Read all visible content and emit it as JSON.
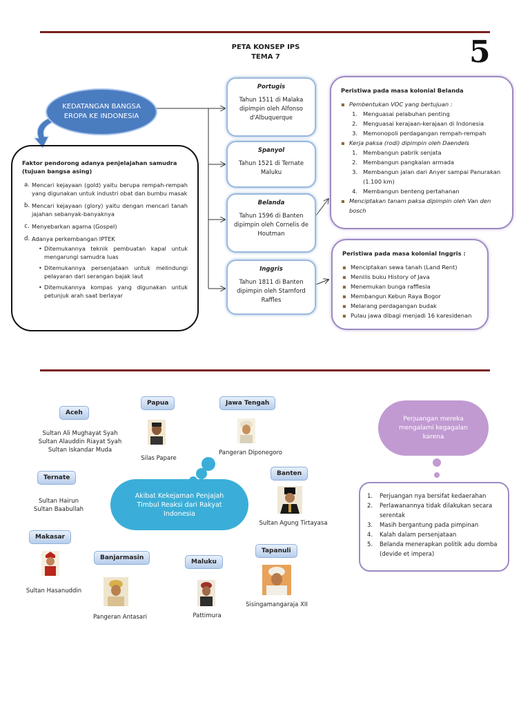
{
  "header": {
    "title_line1": "PETA KONSEP IPS",
    "title_line2": "TEMA 7",
    "page_number": "5"
  },
  "topic": "KEDATANGAN BANGSA EROPA KE INDONESIA",
  "factors": {
    "heading": "Faktor pendorong adanya penjelajahan samudra (tujuan bangsa asing)",
    "items": [
      {
        "label": "a.",
        "text": "Mencari kejayaan (gold) yaitu berupa rempah-rempah yang digunakan untuk industri obat dan bumbu masak"
      },
      {
        "label": "b.",
        "text": "Mencari kejayaan (glory) yaitu dengan mencari tanah jajahan sebanyak-banyaknya"
      },
      {
        "label": "c.",
        "text": "Menyebarkan agama (Gospel)"
      },
      {
        "label": "d.",
        "text": "Adanya perkembangan IPTEK"
      }
    ],
    "sub_items": [
      "Ditemukannya teknik pembuatan kapal untuk mengarungi samudra luas",
      "Ditemukannya persenjataan untuk melindungi pelayaran dari serangan bajak laut",
      "Ditemukannya kompas yang digunakan untuk petunjuk arah saat berlayar"
    ]
  },
  "nations": [
    {
      "name": "Portugis",
      "text": "Tahun 1511 di Malaka dipimpin oleh Alfonso d'Albuquerque"
    },
    {
      "name": "Spanyol",
      "text": "Tahun 1521 di Ternate Maluku"
    },
    {
      "name": "Belanda",
      "text": "Tahun 1596 di Banten dipimpin oleh Cornelis de Houtman"
    },
    {
      "name": "Inggris",
      "text": "Tahun 1811 di Banten dipimpin oleh Stamford Raffles"
    }
  ],
  "dutch": {
    "heading": "Peristiwa pada masa kolonial Belanda",
    "voc": "Pembentukan VOC yang bertujuan :",
    "voc_items": [
      "Menguasai pelabuhan penting",
      "Menguasai kerajaan-kerajaan di Indonesia",
      "Memonopoli perdagangan rempah-rempah"
    ],
    "rodi": "Kerja paksa (rodi) dipimpin oleh Daendels",
    "rodi_items": [
      "Membangun pabrik senjata",
      "Membangun pangkalan armada",
      "Membangun jalan dari Anyer sampai Panurakan (1.100 km)",
      "Membangun benteng pertahanan"
    ],
    "tanam_paksa": "Menciptakan tanam paksa dipimpin oleh Van den bosch"
  },
  "british": {
    "heading": "Peristiwa pada masa kolonial Inggris :",
    "items": [
      "Menciptakan sewa tanah (Land Rent)",
      "Menilis buku History of Java",
      "Menemukan bunga rafflesia",
      "Membangun Kebun Raya Bogor",
      "Melarang perdagangan budak",
      "Pulau jawa dibagi menjadi 16 karesidenan"
    ]
  },
  "resistance": {
    "center": "Akibat Kekejaman Penjajah Timbul Reaksi dari Rakyat Indonesia",
    "regions": {
      "aceh": {
        "name": "Aceh",
        "heroes": [
          "Sultan Ali Mughayat Syah",
          "Sultan Alauddin Riayat Syah",
          "Sultan Iskandar Muda"
        ]
      },
      "papua": {
        "name": "Papua",
        "hero": "Silas Papare"
      },
      "jawa_tengah": {
        "name": "Jawa Tengah",
        "hero": "Pangeran Diponegoro"
      },
      "ternate": {
        "name": "Ternate",
        "heroes": [
          "Sultan Hairun",
          "Sultan Baabullah"
        ]
      },
      "banten": {
        "name": "Banten",
        "hero": "Sultan Agung Tirtayasa"
      },
      "makasar": {
        "name": "Makasar",
        "hero": "Sultan Hasanuddin"
      },
      "banjarmasin": {
        "name": "Banjarmasin",
        "hero": "Pangeran Antasari"
      },
      "maluku": {
        "name": "Maluku",
        "hero": "Pattimura"
      },
      "tapanuli": {
        "name": "Tapanuli",
        "hero": "Sisingamangaraja XII"
      }
    }
  },
  "failure": {
    "cloud": "Perjuangan mereka mengalami kegagalan karena",
    "reasons": [
      "Perjuangan nya bersifat kedaerahan",
      "Perlawanannya tidak dilakukan secara serentak",
      "Masih bergantung pada pimpinan",
      "Kalah dalam persenjataan",
      "Belanda menerapkan politik adu domba (devide et impera)"
    ]
  },
  "colors": {
    "rule": "#7a1f1f",
    "oval": "#4a7cc0",
    "cloud": "#3aaed8",
    "cloud2": "#c19ad1",
    "panel_border": "#9d89c2"
  }
}
